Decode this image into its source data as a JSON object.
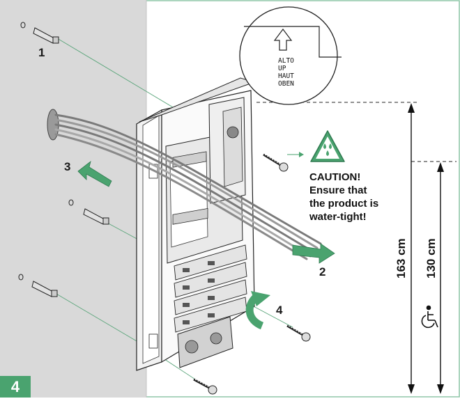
{
  "up_marker": {
    "lines": [
      "ALTO",
      "UP",
      "HAUT",
      "OBEN"
    ]
  },
  "caution": {
    "lines": [
      "CAUTION!",
      "Ensure that",
      "the product is",
      "water-tight!"
    ]
  },
  "step_numbers": {
    "one": "1",
    "two": "2",
    "three": "3",
    "four": "4"
  },
  "heights": {
    "high": "163 cm",
    "low": "130 cm"
  },
  "step_badge": "4",
  "colors": {
    "accent_green": "#4aa36f",
    "wall_gray": "#d9d9d9",
    "frame_green": "#8fc7a8"
  },
  "icons": [
    "wall-plug-icon",
    "screw-icon",
    "arrow-icon",
    "water-drop-warning-icon",
    "wheelchair-icon"
  ]
}
